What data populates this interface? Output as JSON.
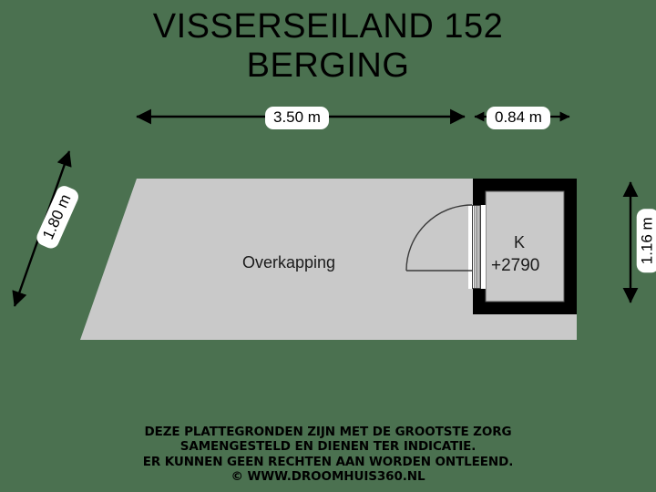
{
  "header": {
    "title_line1": "VISSERSEILAND 152",
    "title_line2": "BERGING"
  },
  "dimensions": {
    "top_main": "3.50 m",
    "top_side": "0.84 m",
    "left": "1.80 m",
    "right": "1.16 m"
  },
  "rooms": {
    "overkapping": "Overkapping",
    "storage_code": "K",
    "storage_height": "+2790"
  },
  "footer": {
    "line1": "DEZE PLATTEGRONDEN ZIJN MET DE GROOTSTE ZORG",
    "line2": "SAMENGESTELD EN DIENEN TER INDICATIE.",
    "line3": "ER KUNNEN GEEN RECHTEN AAN WORDEN ONTLEEND.",
    "line4": "© WWW.DROOMHUIS360.NL"
  },
  "colors": {
    "background": "#4b7150",
    "floor_fill": "#c9c9c9",
    "wall": "#000000",
    "text": "#000000",
    "chip_background": "#ffffff"
  },
  "icons": {
    "arrow_left": "arrow-left-icon",
    "arrow_right": "arrow-right-icon",
    "arrow_up": "arrow-up-icon",
    "arrow_down": "arrow-down-icon",
    "door_swing": "door-swing-icon"
  }
}
